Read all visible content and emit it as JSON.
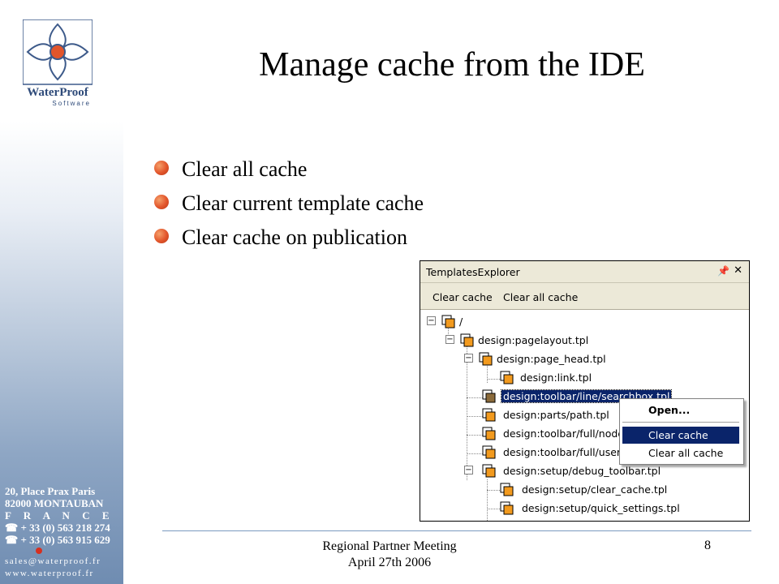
{
  "logo": {
    "brand_name": "WaterProof",
    "brand_sub": "Software"
  },
  "contact": {
    "address": "20, Place Prax Paris",
    "city": "82000 MONTAUBAN",
    "country": "F R A N C E",
    "phone": "☎ + 33 (0) 563 218 274",
    "fax": "☎ + 33 (0) 563 915 629",
    "email": "sales@waterproof.fr",
    "web": "www.waterproof.fr"
  },
  "slide": {
    "title": "Manage cache from the IDE",
    "bullets": [
      "Clear all cache",
      "Clear current template cache",
      "Clear cache on publication"
    ],
    "footer_line1": "Regional Partner Meeting",
    "footer_line2": "April 27th 2006",
    "page_number": "8"
  },
  "ide": {
    "panel_title": "TemplatesExplorer",
    "toolbar": {
      "clear_cache": "Clear cache",
      "clear_all_cache": "Clear all cache"
    },
    "tree": [
      "/",
      "design:pagelayout.tpl",
      "design:page_head.tpl",
      "design:link.tpl",
      "design:toolbar/line/searchbox.tpl",
      "design:parts/path.tpl",
      "design:toolbar/full/node_",
      "design:toolbar/full/users.",
      "design:setup/debug_toolbar.tpl",
      "design:setup/clear_cache.tpl",
      "design:setup/quick_settings.tpl"
    ],
    "context_menu": {
      "open": "Open...",
      "clear_cache": "Clear cache",
      "clear_all_cache": "Clear all cache"
    }
  },
  "colors": {
    "accent_orange": "#e2552b",
    "selection_blue": "#0a246a",
    "sidebar_blue": "#6f8cb1"
  }
}
